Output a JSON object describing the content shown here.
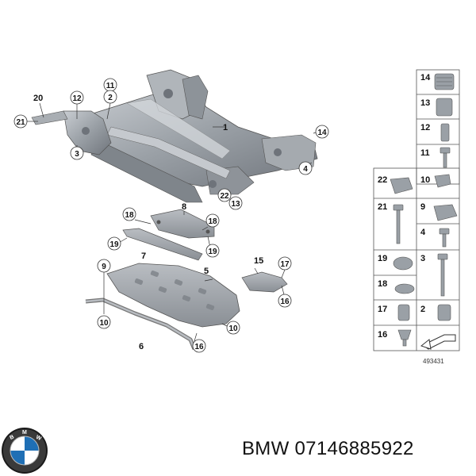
{
  "diagram": {
    "callouts": {
      "c20": "20",
      "c12": "12",
      "c11": "11",
      "c2": "2",
      "c21": "21",
      "c3": "3",
      "c1": "1",
      "c14": "14",
      "c4": "4",
      "c22": "22",
      "c13": "13",
      "c8": "8",
      "c18a": "18",
      "c18b": "18",
      "c19a": "19",
      "c19b": "19",
      "c7": "7",
      "c9": "9",
      "c5": "5",
      "c15": "15",
      "c17": "17",
      "c16a": "16",
      "c10a": "10",
      "c10b": "10",
      "c6": "6",
      "c16b": "16"
    },
    "parts_table": {
      "rows": [
        [
          "14",
          ""
        ],
        [
          "13",
          ""
        ],
        [
          "12",
          ""
        ],
        [
          "11",
          ""
        ],
        [
          "22",
          "10"
        ],
        [
          "21",
          "9"
        ],
        [
          "",
          "4"
        ],
        [
          "19",
          "3"
        ],
        [
          "18",
          ""
        ],
        [
          "17",
          "2"
        ],
        [
          "16",
          ""
        ]
      ]
    },
    "reference_number": "493431"
  },
  "footer": {
    "brand_logo": "BMW",
    "part_number_text": "BMW 07146885922"
  },
  "colors": {
    "part_fill": "#9aa0a6",
    "part_dark": "#6e737a",
    "part_light": "#c6cacf",
    "line": "#333333"
  }
}
